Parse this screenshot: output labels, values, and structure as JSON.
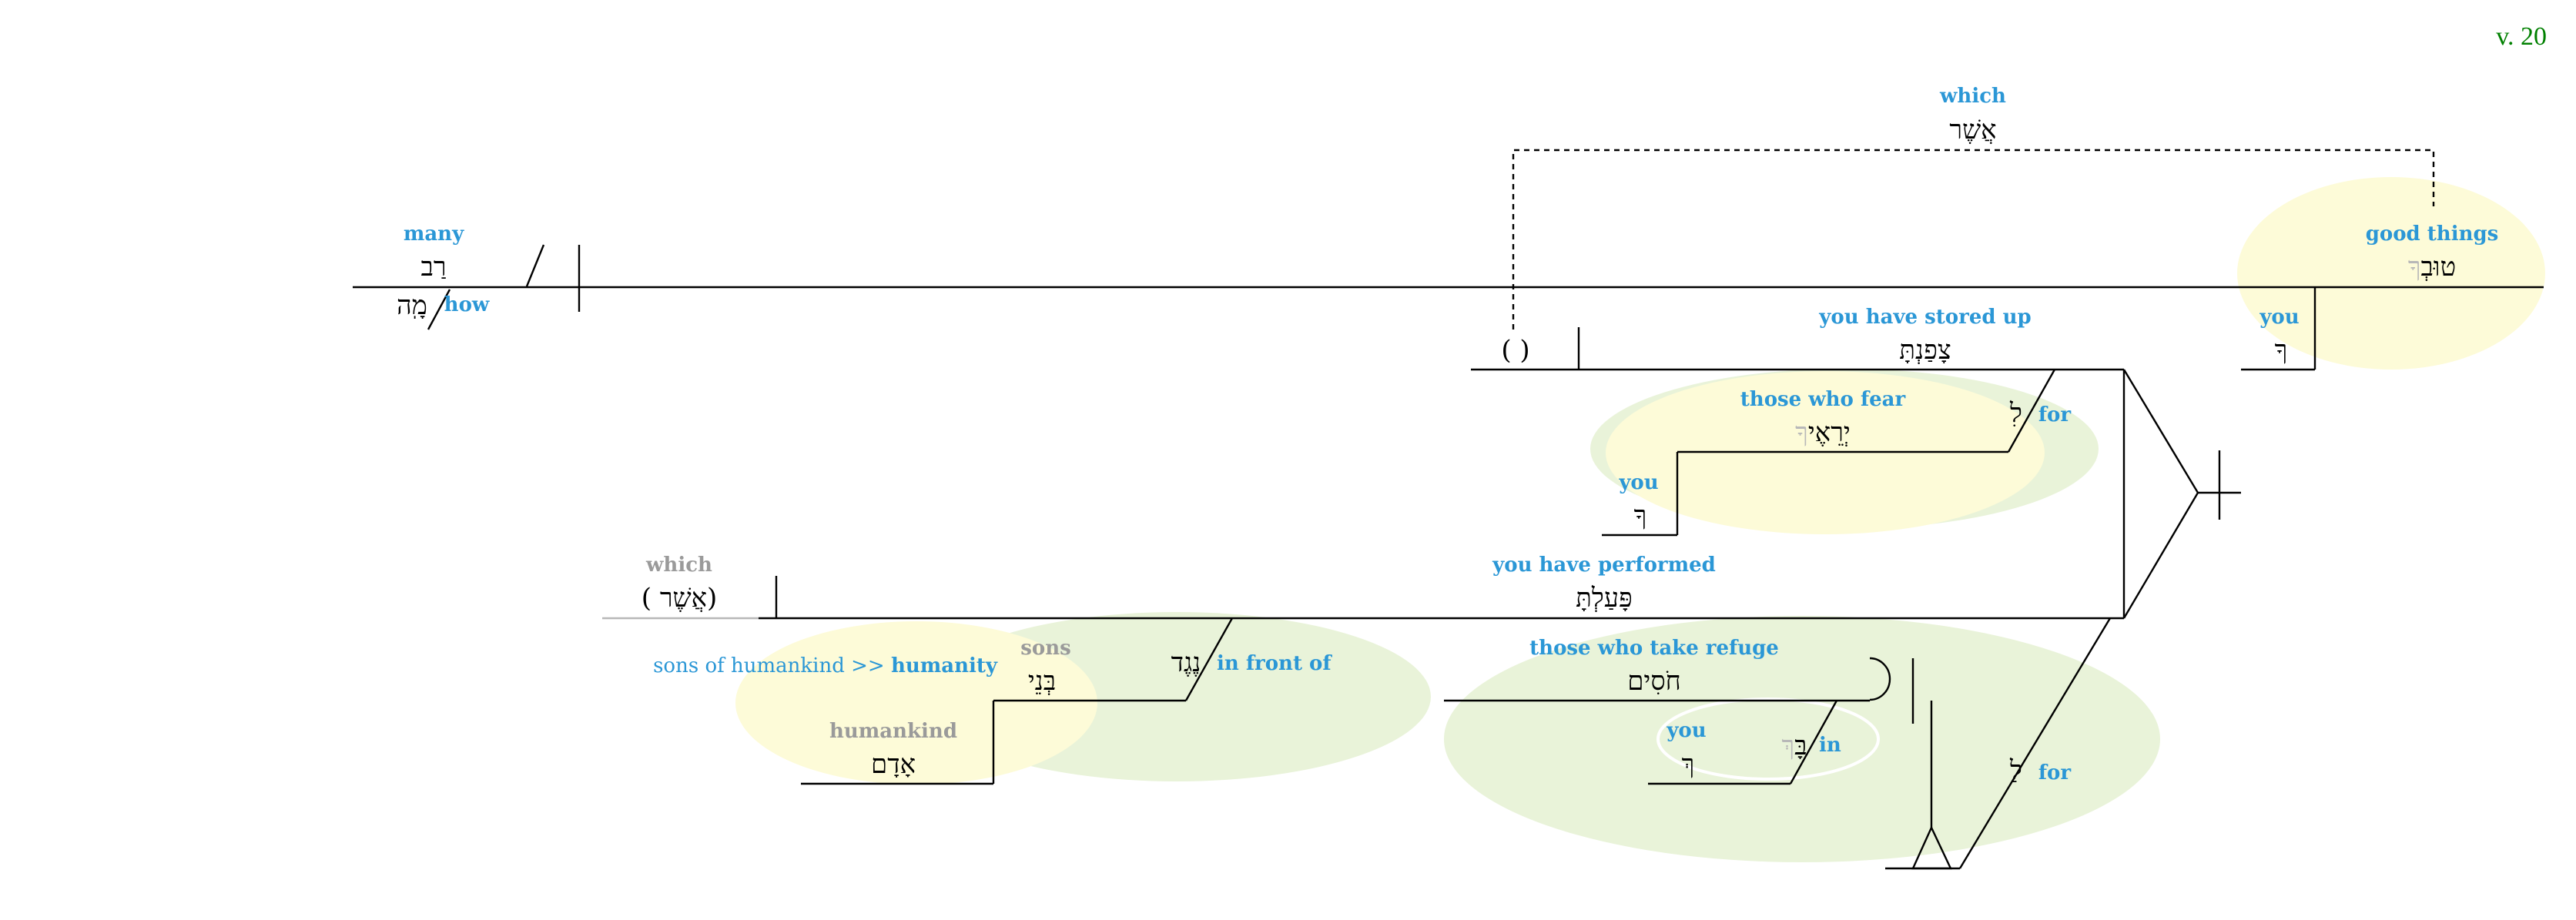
{
  "verse_label": "v. 20",
  "colors": {
    "gloss": "#2b97d6",
    "gloss_muted": "#9a9a9a",
    "verse": "#008000",
    "ellipse_green": "#e9f3d9",
    "ellipse_yellow": "#fdfbd8",
    "pronoun_suffix": "#b8b8b8"
  },
  "words": {
    "rav": {
      "gloss": "many",
      "hebrew": "רַב"
    },
    "mah": {
      "gloss": "how",
      "hebrew": "מָֽה"
    },
    "asher_top": {
      "gloss": "which",
      "hebrew": "אֲשֶׁר"
    },
    "tuv": {
      "gloss": "good things",
      "hebrew_main": "טוּבְ",
      "hebrew_suffix": "ךָ"
    },
    "you_tuv": {
      "gloss": "you",
      "hebrew": "ךָ"
    },
    "tsafanta": {
      "gloss": "you have stored up",
      "hebrew": "צָפַנְתָּ"
    },
    "empty_obj": {
      "hebrew": "( )"
    },
    "le_1": {
      "gloss": "for",
      "hebrew": "לִ"
    },
    "yereim": {
      "gloss": "those who fear",
      "hebrew_main": "יְרֵאֶי",
      "hebrew_suffix": "ךָ"
    },
    "you_fear": {
      "gloss": "you",
      "hebrew": "ךָ"
    },
    "asher_2": {
      "gloss": "which",
      "hebrew": "( אֲשֶׁר)"
    },
    "paalta": {
      "gloss": "you have performed",
      "hebrew": "פָּעַלְתָּ"
    },
    "neged": {
      "gloss": "in front of",
      "hebrew": "נֶגֶד"
    },
    "bnei": {
      "gloss": "sons",
      "hebrew": "בְּנֵי"
    },
    "bnei_note": {
      "gloss_prefix": "sons of humankind >> ",
      "gloss_bold": "humanity"
    },
    "adam": {
      "gloss": "humankind",
      "hebrew": "אָדָם"
    },
    "chosim": {
      "gloss": "those who take refuge",
      "hebrew": "חֹסִים"
    },
    "bach": {
      "gloss": "in",
      "hebrew_main": "בָּ",
      "hebrew_suffix": "ךְ"
    },
    "you_bach": {
      "gloss": "you",
      "hebrew": "ךְ"
    },
    "le_2": {
      "gloss": "for",
      "hebrew": "לַ"
    }
  }
}
